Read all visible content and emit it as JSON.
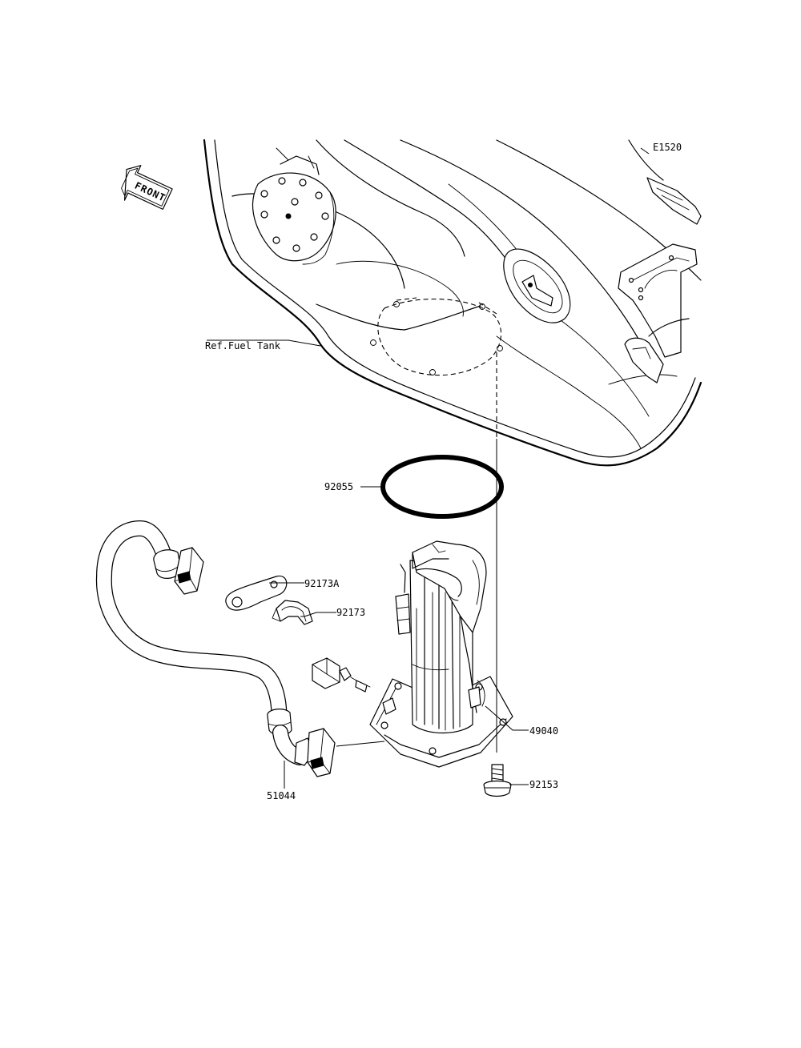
{
  "diagram_id": "E1520",
  "direction_label": "FRONT",
  "ref_label": "Ref.Fuel Tank",
  "parts": [
    {
      "number": "92055"
    },
    {
      "number": "92173A"
    },
    {
      "number": "92173"
    },
    {
      "number": "49040"
    },
    {
      "number": "92153"
    },
    {
      "number": "51044"
    }
  ]
}
